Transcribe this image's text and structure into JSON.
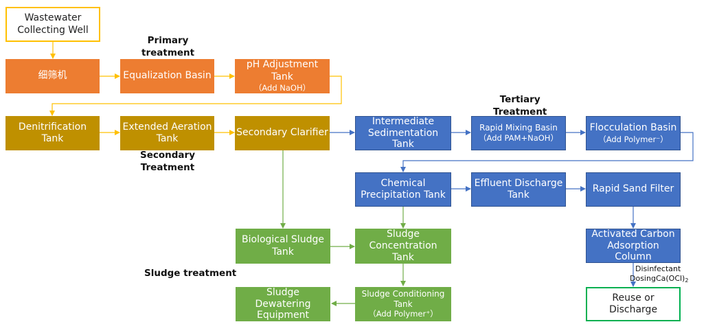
{
  "colors": {
    "primary": "#ED7D31",
    "secondary": "#BF9000",
    "tertiary": "#4472C4",
    "sludge": "#70AD47",
    "source_border": "#FFC000",
    "outlet_border": "#00B050"
  },
  "stages": {
    "primary": "Primary\ntreatment",
    "secondary": "Secondary\nTreatment",
    "tertiary": "Tertiary\nTreatment",
    "sludge": "Sludge treatment"
  },
  "nodes": {
    "collecting_well": {
      "title": "Wastewater\nCollecting Well"
    },
    "fine_screen": {
      "title": "细筛机"
    },
    "equalization": {
      "title": "Equalization Basin"
    },
    "ph_adjust": {
      "title": "pH Adjustment\nTank",
      "sub": "（Add NaOH）"
    },
    "denitrification": {
      "title": "Denitrification\nTank"
    },
    "extended_aeration": {
      "title": "Extended Aeration\nTank"
    },
    "secondary_clarifier": {
      "title": "Secondary Clarifier"
    },
    "intermediate_sed": {
      "title": "Intermediate\nSedimentation\nTank"
    },
    "rapid_mixing": {
      "title": "Rapid Mixing Basin",
      "sub": "（Add PAM+NaOH）"
    },
    "flocculation": {
      "title": "Flocculation Basin",
      "sub": "（Add Polymer⁻）"
    },
    "chem_precip": {
      "title": "Chemical\nPrecipitation Tank"
    },
    "effluent_discharge": {
      "title": "Effluent Discharge\nTank"
    },
    "rapid_sand": {
      "title": "Rapid Sand Filter"
    },
    "activated_carbon": {
      "title": "Activated Carbon\nAdsorption\nColumn"
    },
    "bio_sludge": {
      "title": "Biological Sludge\nTank"
    },
    "sludge_conc": {
      "title": "Sludge\nConcentration\nTank"
    },
    "sludge_dewater": {
      "title": "Sludge\nDewatering\nEquipment"
    },
    "sludge_cond": {
      "title": "Sludge Conditioning\nTank",
      "sub": "（Add Polymer⁺）"
    },
    "reuse": {
      "title": "Reuse or\nDischarge"
    }
  },
  "disinfectant": {
    "line1": "Disinfectant",
    "line2": "DosingCa(OCl)",
    "subscript": "2"
  }
}
